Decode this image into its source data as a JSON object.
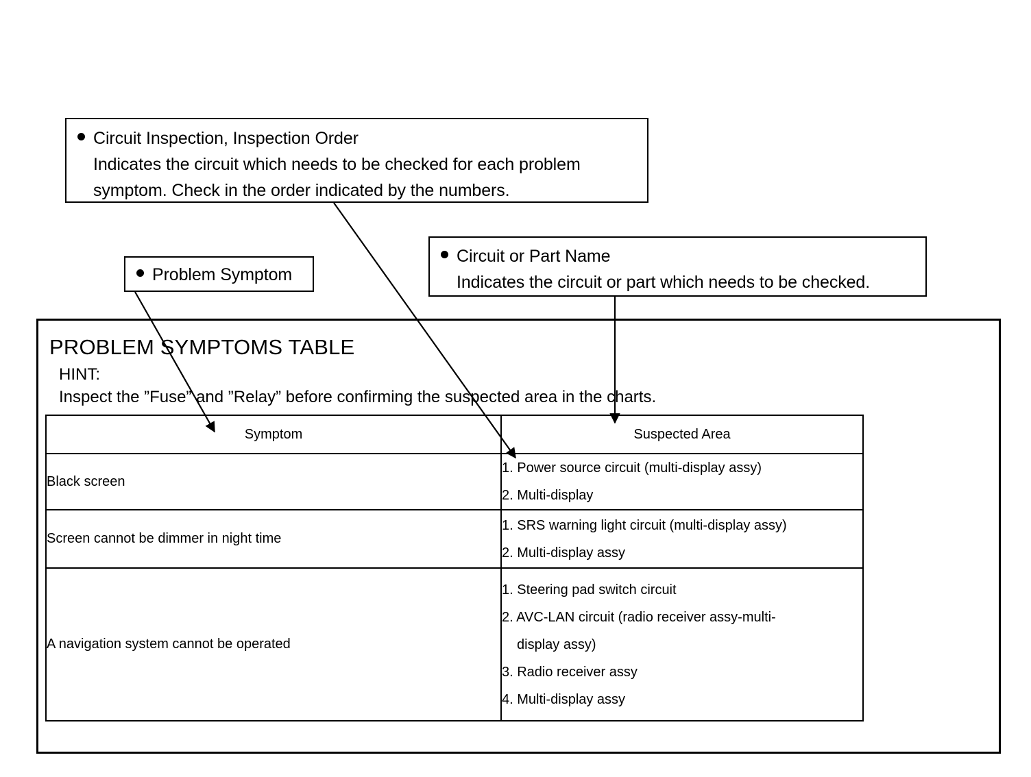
{
  "callouts": [
    {
      "id": "circuit-inspection",
      "bullet_title": "Circuit Inspection, Inspection Order",
      "line2": "Indicates the circuit which needs to be checked for each problem",
      "line3": "symptom. Check in the order indicated by the numbers."
    },
    {
      "id": "problem-symptom",
      "bullet_title": "Problem Symptom"
    },
    {
      "id": "circuit-or-part-name",
      "bullet_title": "Circuit or Part Name",
      "line2": "Indicates the circuit or part which needs to be checked."
    }
  ],
  "section": {
    "title": "PROBLEM SYMPTOMS TABLE",
    "hint_label": "HINT:",
    "hint_text": "Inspect the ”Fuse” and ”Relay” before confirming the suspected area in the charts."
  },
  "table": {
    "headers": {
      "symptom": "Symptom",
      "suspected_area": "Suspected Area"
    },
    "rows": [
      {
        "symptom": "Black screen",
        "suspected": [
          "1. Power source circuit (multi-display assy)",
          "2. Multi-display"
        ]
      },
      {
        "symptom": "Screen cannot be dimmer in night time",
        "suspected": [
          "1. SRS warning light circuit (multi-display assy)",
          "2. Multi-display assy"
        ]
      },
      {
        "symptom": "A navigation system cannot be operated",
        "suspected": [
          "1. Steering pad switch circuit",
          "2. AVC-LAN circuit (radio receiver assy-multi-",
          "display assy)",
          "3. Radio receiver assy",
          "4. Multi-display assy"
        ]
      }
    ]
  },
  "colors": {
    "ink": "#000000",
    "paper": "#ffffff"
  }
}
